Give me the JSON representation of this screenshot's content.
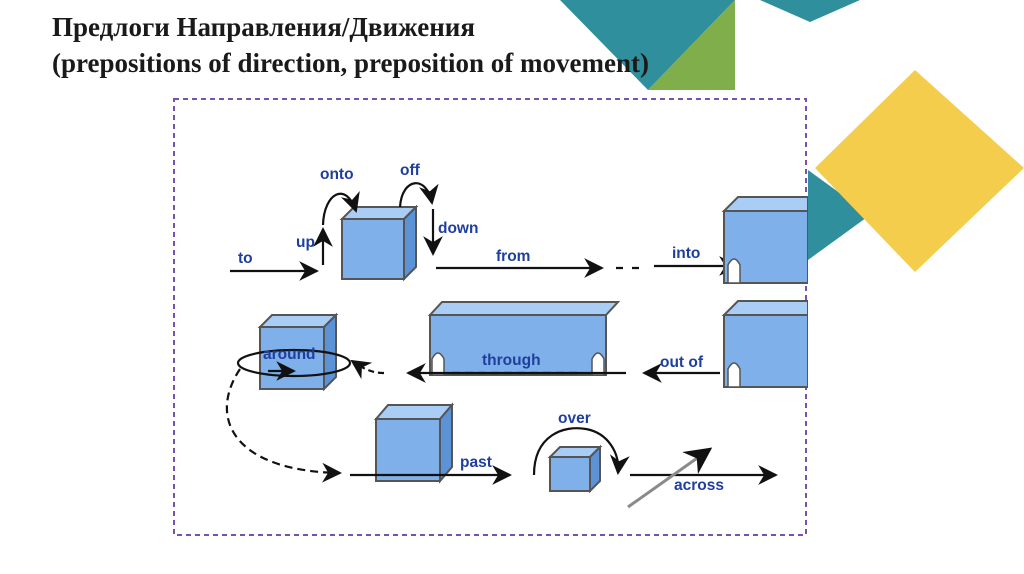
{
  "title": {
    "line1": "Предлоги Направления/Движения",
    "line2": "(prepositions of direction, preposition of movement)"
  },
  "labels": {
    "to": "to",
    "up": "up",
    "onto": "onto",
    "off": "off",
    "down": "down",
    "from": "from",
    "into": "into",
    "around": "around",
    "through": "through",
    "out_of": "out of",
    "past": "past",
    "over": "over",
    "across": "across"
  },
  "colors": {
    "teal": "#2f8f9d",
    "green": "#7fae4a",
    "yellow": "#f4cd4c",
    "label_blue": "#1f3f9e",
    "cube_blue": "#7fb0ea",
    "border_purple": "#7b4fb0"
  }
}
